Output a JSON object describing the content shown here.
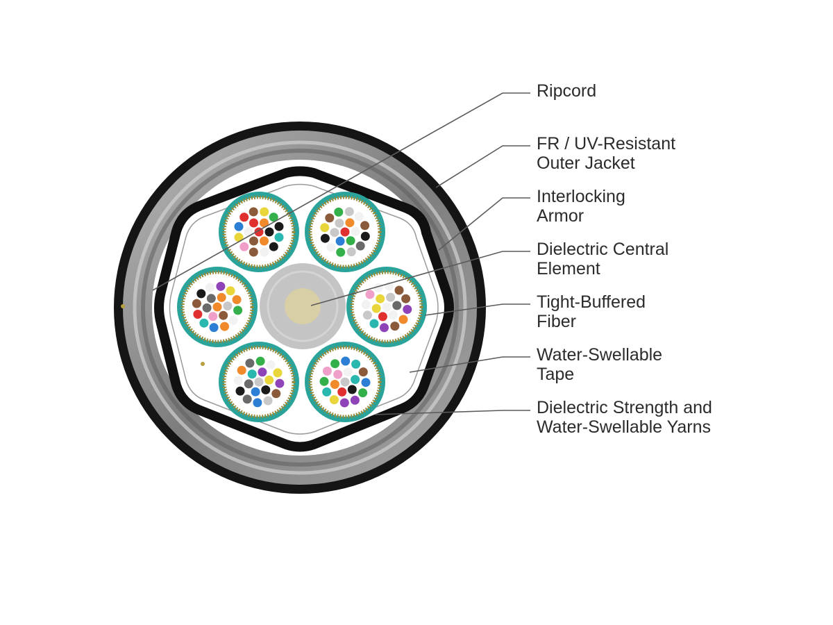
{
  "labels": [
    {
      "id": "ripcord",
      "lines": [
        "Ripcord"
      ]
    },
    {
      "id": "outer-jacket",
      "lines": [
        "FR / UV-Resistant",
        "Outer Jacket"
      ]
    },
    {
      "id": "armor",
      "lines": [
        "Interlocking",
        "Armor"
      ]
    },
    {
      "id": "central-element",
      "lines": [
        "Dielectric Central",
        "Element"
      ]
    },
    {
      "id": "tight-buffered-fiber",
      "lines": [
        "Tight-Buffered",
        "Fiber"
      ]
    },
    {
      "id": "water-swellable-tape",
      "lines": [
        "Water-Swellable",
        "Tape"
      ]
    },
    {
      "id": "strength-yarns",
      "lines": [
        "Dielectric Strength and",
        "Water-Swellable Yarns"
      ]
    }
  ],
  "colors": {
    "jacket": "#151515",
    "armor": "#8e8e8e",
    "tape": "#101010",
    "binder": "#2aa39b",
    "central": "#c2c2c2",
    "core": "#d9cfa6",
    "leader": "#5a5a5a",
    "fibers": [
      "#2d7fd6",
      "#f08a2a",
      "#33b04a",
      "#8b5a3a",
      "#6a6a6a",
      "#f2f2f2",
      "#e03030",
      "#1a1a1a",
      "#e8d63a",
      "#8e44b8",
      "#f0a0c8",
      "#2ab7b0",
      "#c8c8c8"
    ]
  }
}
